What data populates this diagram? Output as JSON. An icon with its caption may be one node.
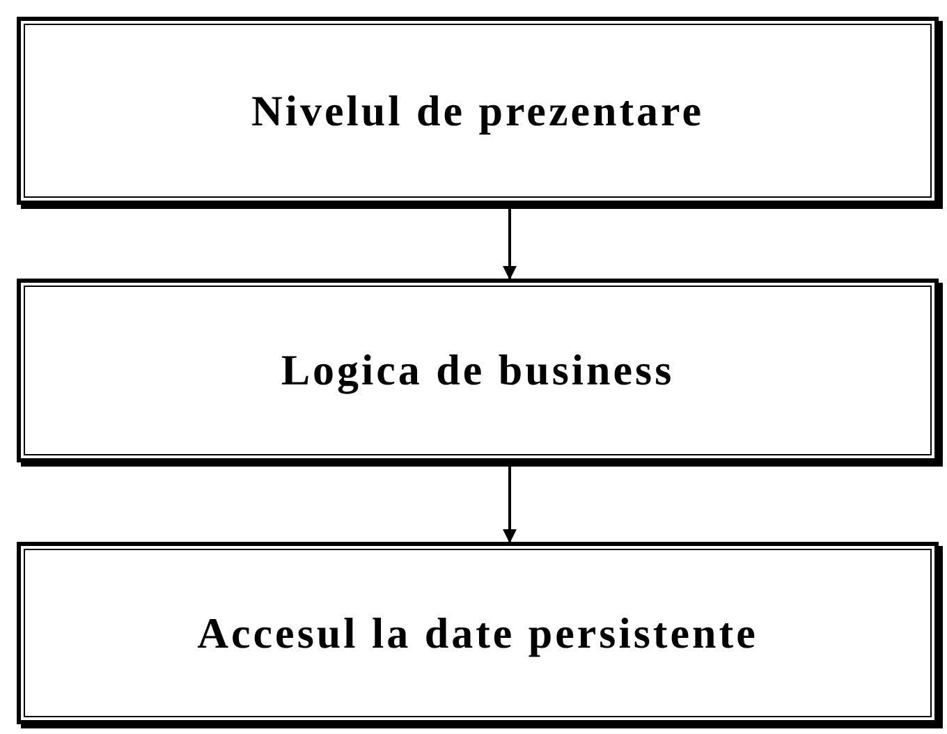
{
  "diagram": {
    "nodes": [
      {
        "text": [
          "Nivelul de prezentare"
        ]
      },
      {
        "text": [
          "Logica de business"
        ]
      },
      {
        "text": [
          "Accesul la date persistente"
        ]
      }
    ],
    "edges": [
      {
        "from": 0,
        "to": 1,
        "arrow": "to"
      },
      {
        "from": 1,
        "to": 2,
        "arrow": "to"
      }
    ]
  }
}
